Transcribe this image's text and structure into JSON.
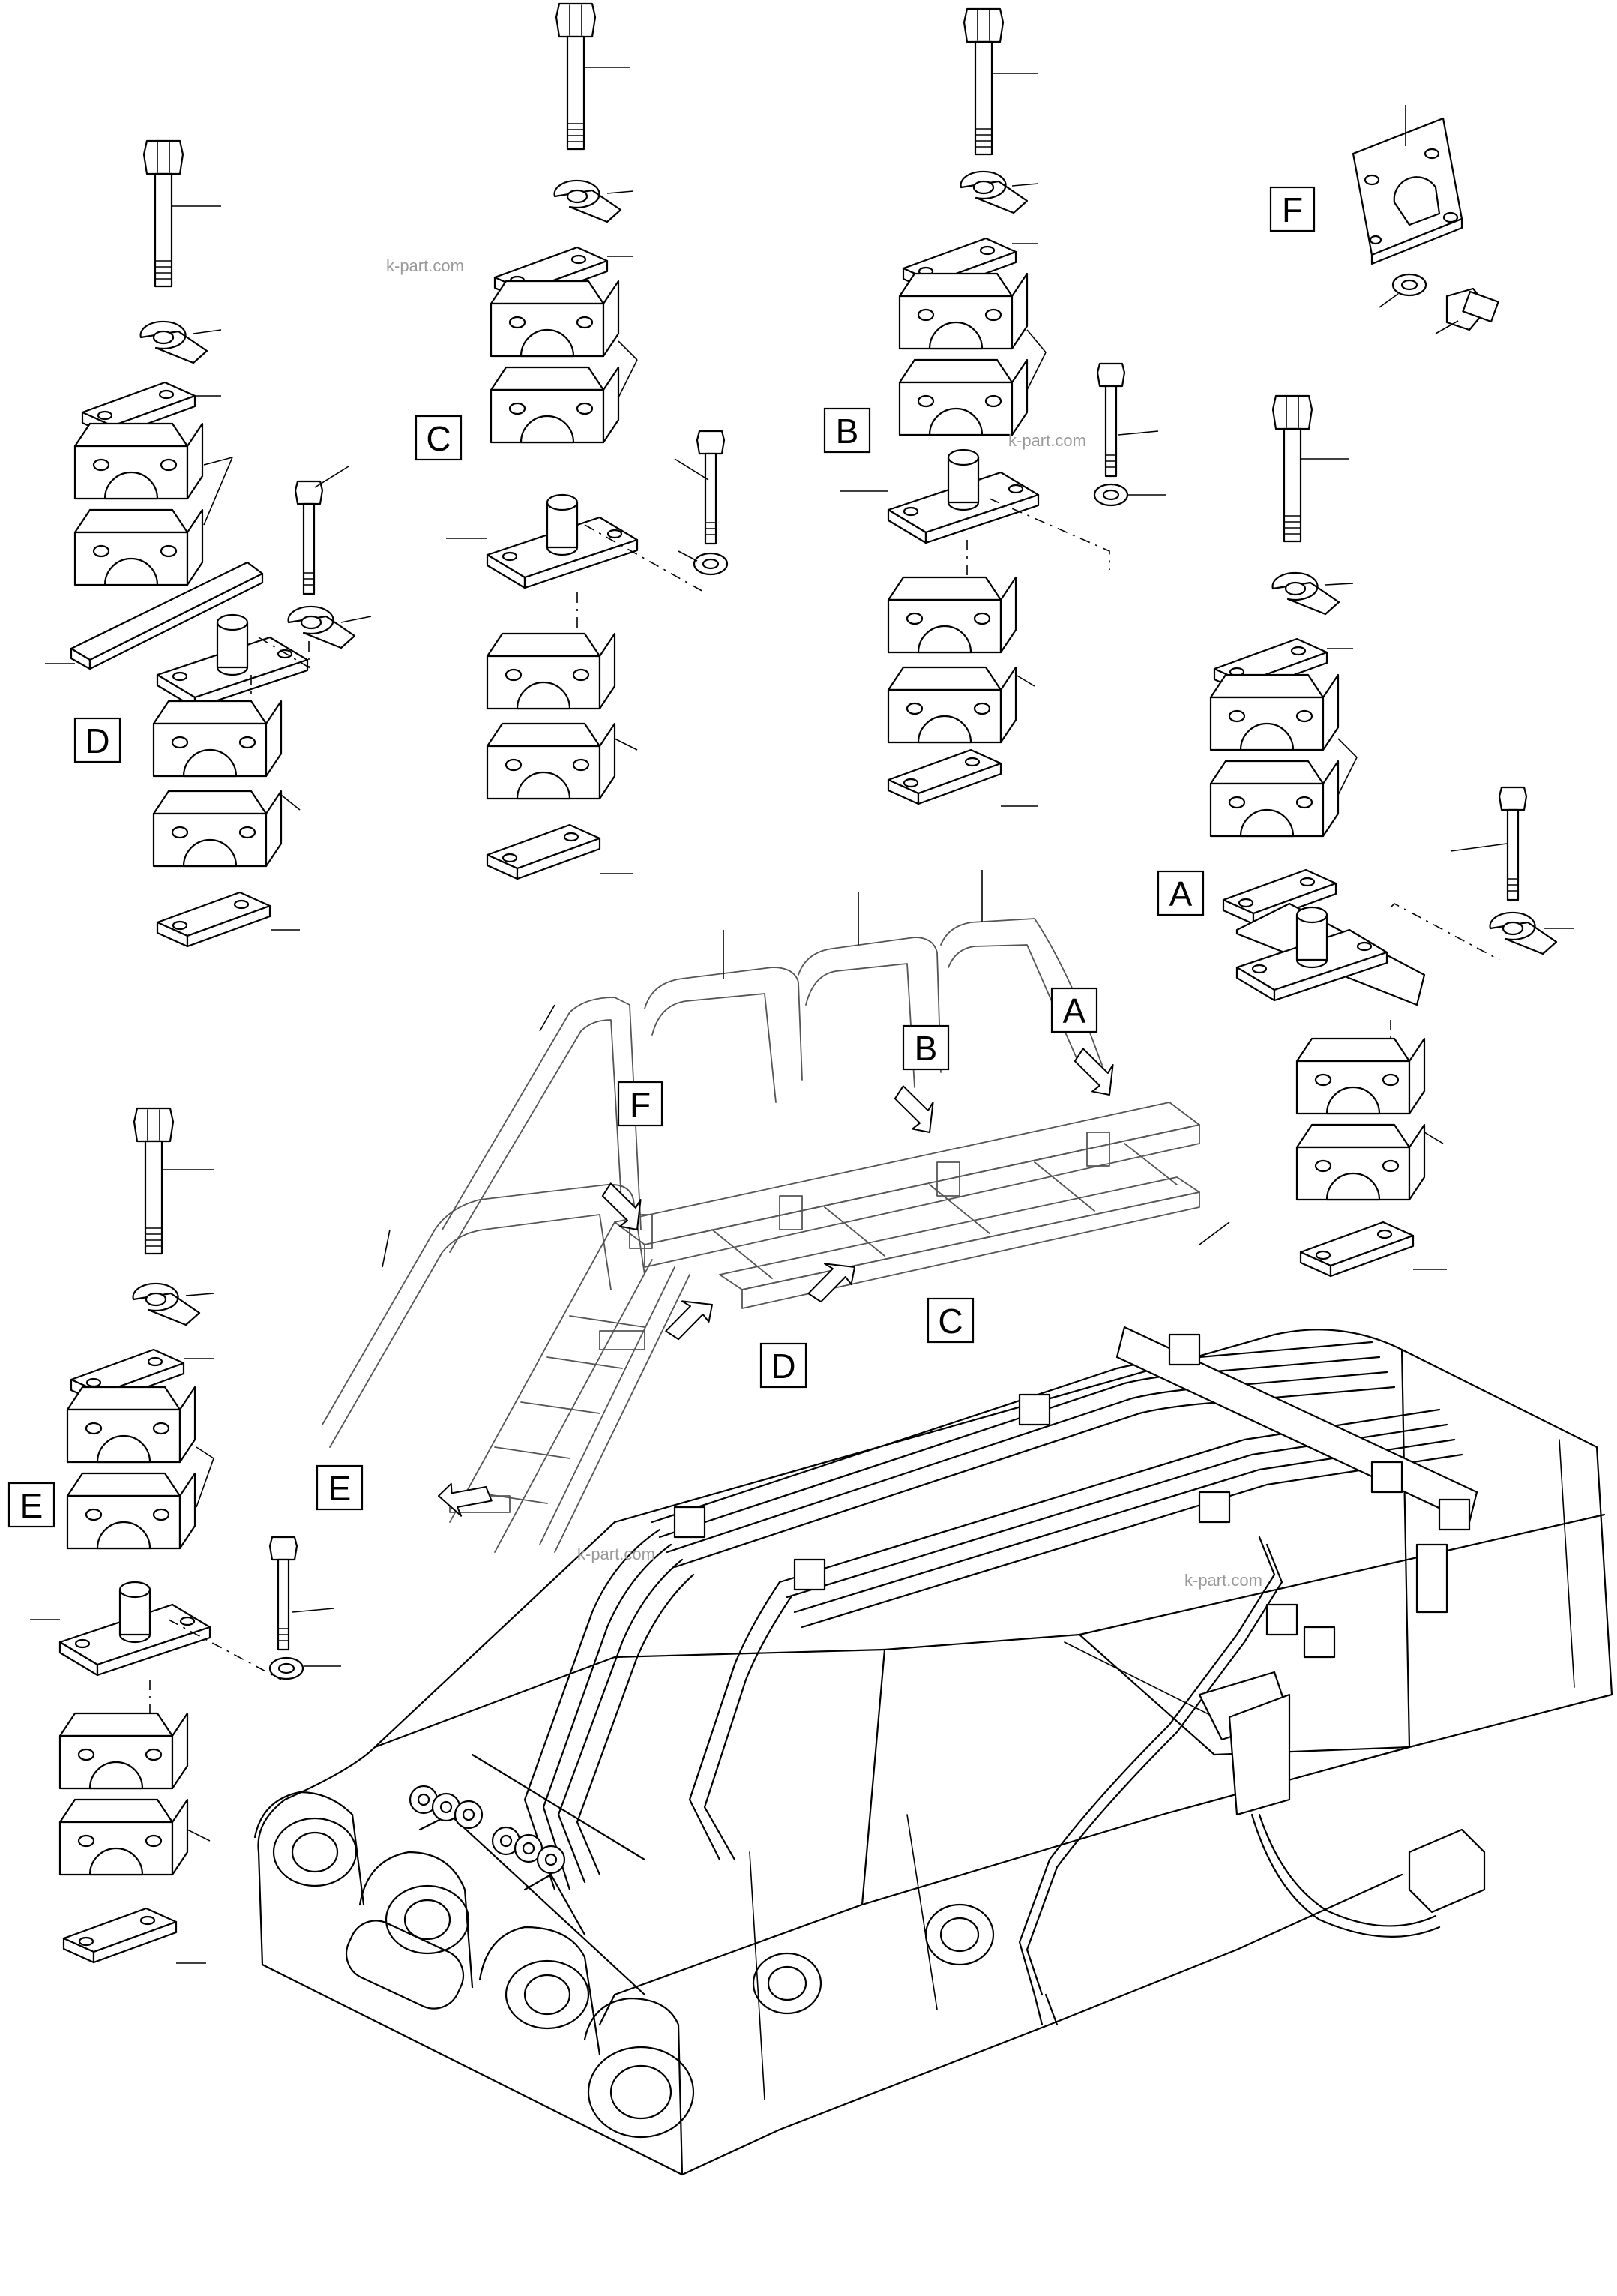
{
  "labels": {
    "A": "A",
    "B": "B",
    "C": "C",
    "D": "D",
    "E": "E",
    "F": "F"
  },
  "watermarks": [
    "k-part.com",
    "k-part.com",
    "k-part.com",
    "k-part.com"
  ],
  "colors": {
    "line": "#000000",
    "background": "#ffffff",
    "watermark": "#9a9a9a"
  }
}
